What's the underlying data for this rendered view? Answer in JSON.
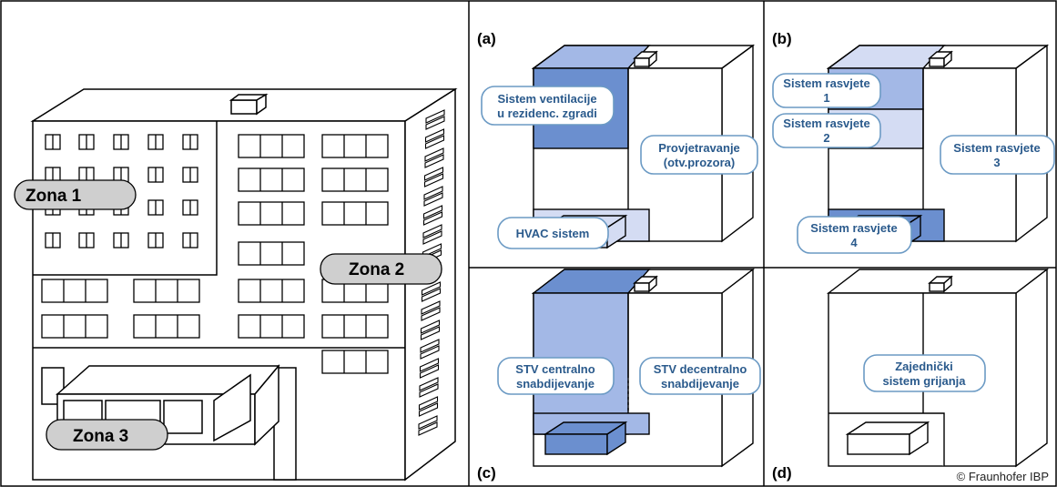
{
  "zones": {
    "zona1": "Zona 1",
    "zona2": "Zona 2",
    "zona3": "Zona 3"
  },
  "panels": {
    "a": {
      "tag": "(a)",
      "ventilation_line1": "Sistem ventilacije",
      "ventilation_line2": "u rezidenc. zgradi",
      "window_line1": "Provjetravanje",
      "window_line2": "(otv.prozora)",
      "hvac": "HVAC sistem"
    },
    "b": {
      "tag": "(b)",
      "l1_line1": "Sistem rasvjete",
      "l1_line2": "1",
      "l2_line1": "Sistem rasvjete",
      "l2_line2": "2",
      "l3_line1": "Sistem rasvjete",
      "l3_line2": "3",
      "l4_line1": "Sistem rasvjete",
      "l4_line2": "4"
    },
    "c": {
      "tag": "(c)",
      "central_line1": "STV centralno",
      "central_line2": "snabdijevanje",
      "decentral_line1": "STV decentralno",
      "decentral_line2": "snabdijevanje"
    },
    "d": {
      "tag": "(d)",
      "heating_line1": "Zajednički",
      "heating_line2": "sistem grijanja"
    }
  },
  "credit": "© Fraunhofer IBP",
  "colors": {
    "dark_blue": "#6b8fcf",
    "mid_blue": "#a3b8e6",
    "light_blue": "#d4dcf3",
    "label_text": "#2a5a8c",
    "label_border": "#6b9ac4",
    "zone_fill": "#cfcfcf"
  }
}
